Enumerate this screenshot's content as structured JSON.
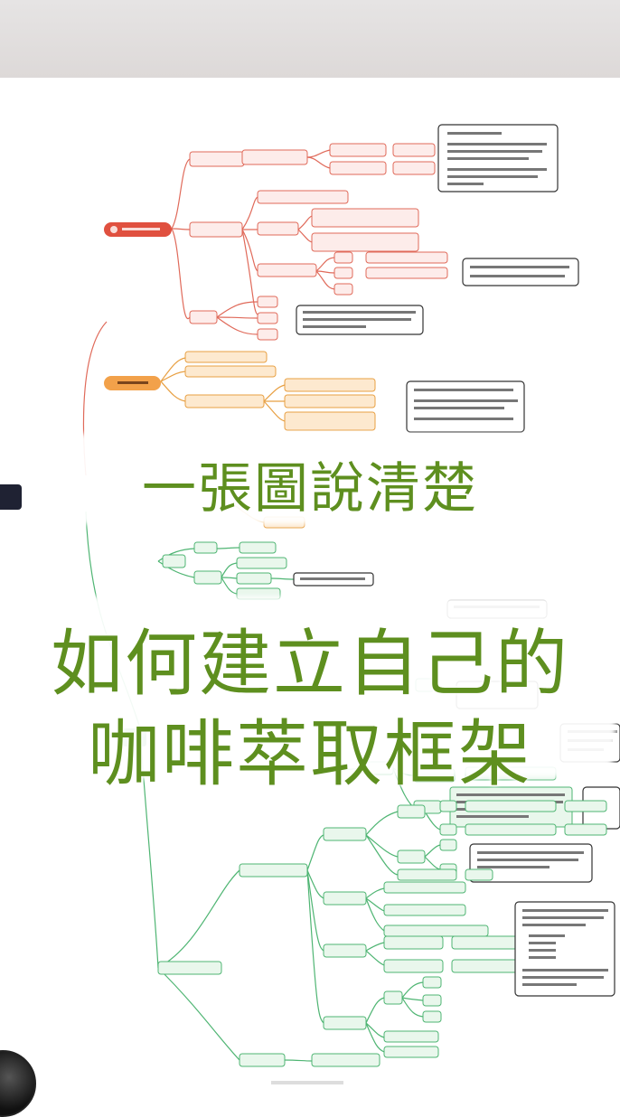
{
  "overlay": {
    "title_line1": "一張圖說清楚",
    "title_line2": "如何建立自己的",
    "title_line3": "咖啡萃取框架"
  },
  "mindmap": {
    "branch_colors": {
      "red": "#e0503f",
      "orange": "#f2a14a",
      "green": "#36a05a"
    }
  },
  "icons": {
    "avatar": "avatar-icon",
    "side_badge": "side-badge-icon"
  }
}
